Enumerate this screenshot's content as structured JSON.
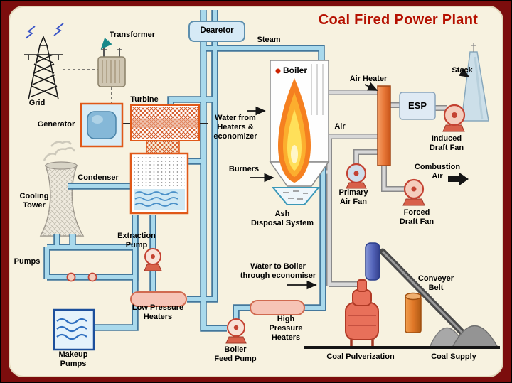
{
  "title": "Coal Fired Power Plant",
  "colors": {
    "border_maroon": "#7c0d0d",
    "panel_cream": "#f7f2e0",
    "title_red": "#b51000",
    "pipe_fill": "#a9d9ec",
    "pipe_outline": "#44789c",
    "duct_gray": "#d8d8d8",
    "component_orange": "#e05818",
    "flame_orange": "#f58020",
    "heater_pink": "#f6c4b6",
    "fan_red": "#c44232",
    "air_heater_orange": "#e87838"
  },
  "labels": {
    "grid": "Grid",
    "transformer": "Transformer",
    "deareator": "Dearetor",
    "steam": "Steam",
    "boiler": "Boiler",
    "air_heater": "Air Heater",
    "stack": "Stack",
    "esp": "ESP",
    "induced_draft_fan": "Induced\nDraft Fan",
    "turbine": "Turbine",
    "generator": "Generator",
    "water_from_heaters": "Water from\nHeaters &\neconomizer",
    "air": "Air",
    "condenser": "Condenser",
    "burners": "Burners",
    "combustion_air": "Combustion\nAir",
    "primary_air_fan": "Primary\nAir Fan",
    "forced_draft_fan": "Forced\nDraft Fan",
    "cooling_tower": "Cooling\nTower",
    "ash_disposal": "Ash\nDisposal System",
    "pumps": "Pumps",
    "extraction_pump": "Extraction\nPump",
    "low_pressure_heaters": "Low Pressure\nHeaters",
    "water_to_boiler": "Water to Boiler\nthrough economiser",
    "high_pressure_heaters": "High\nPressure\nHeaters",
    "makeup_pumps": "Makeup\nPumps",
    "boiler_feed_pump": "Boiler\nFeed Pump",
    "coal_pulverization": "Coal Pulverization",
    "conveyer_belt": "Conveyer\nBelt",
    "coal_supply": "Coal Supply"
  }
}
